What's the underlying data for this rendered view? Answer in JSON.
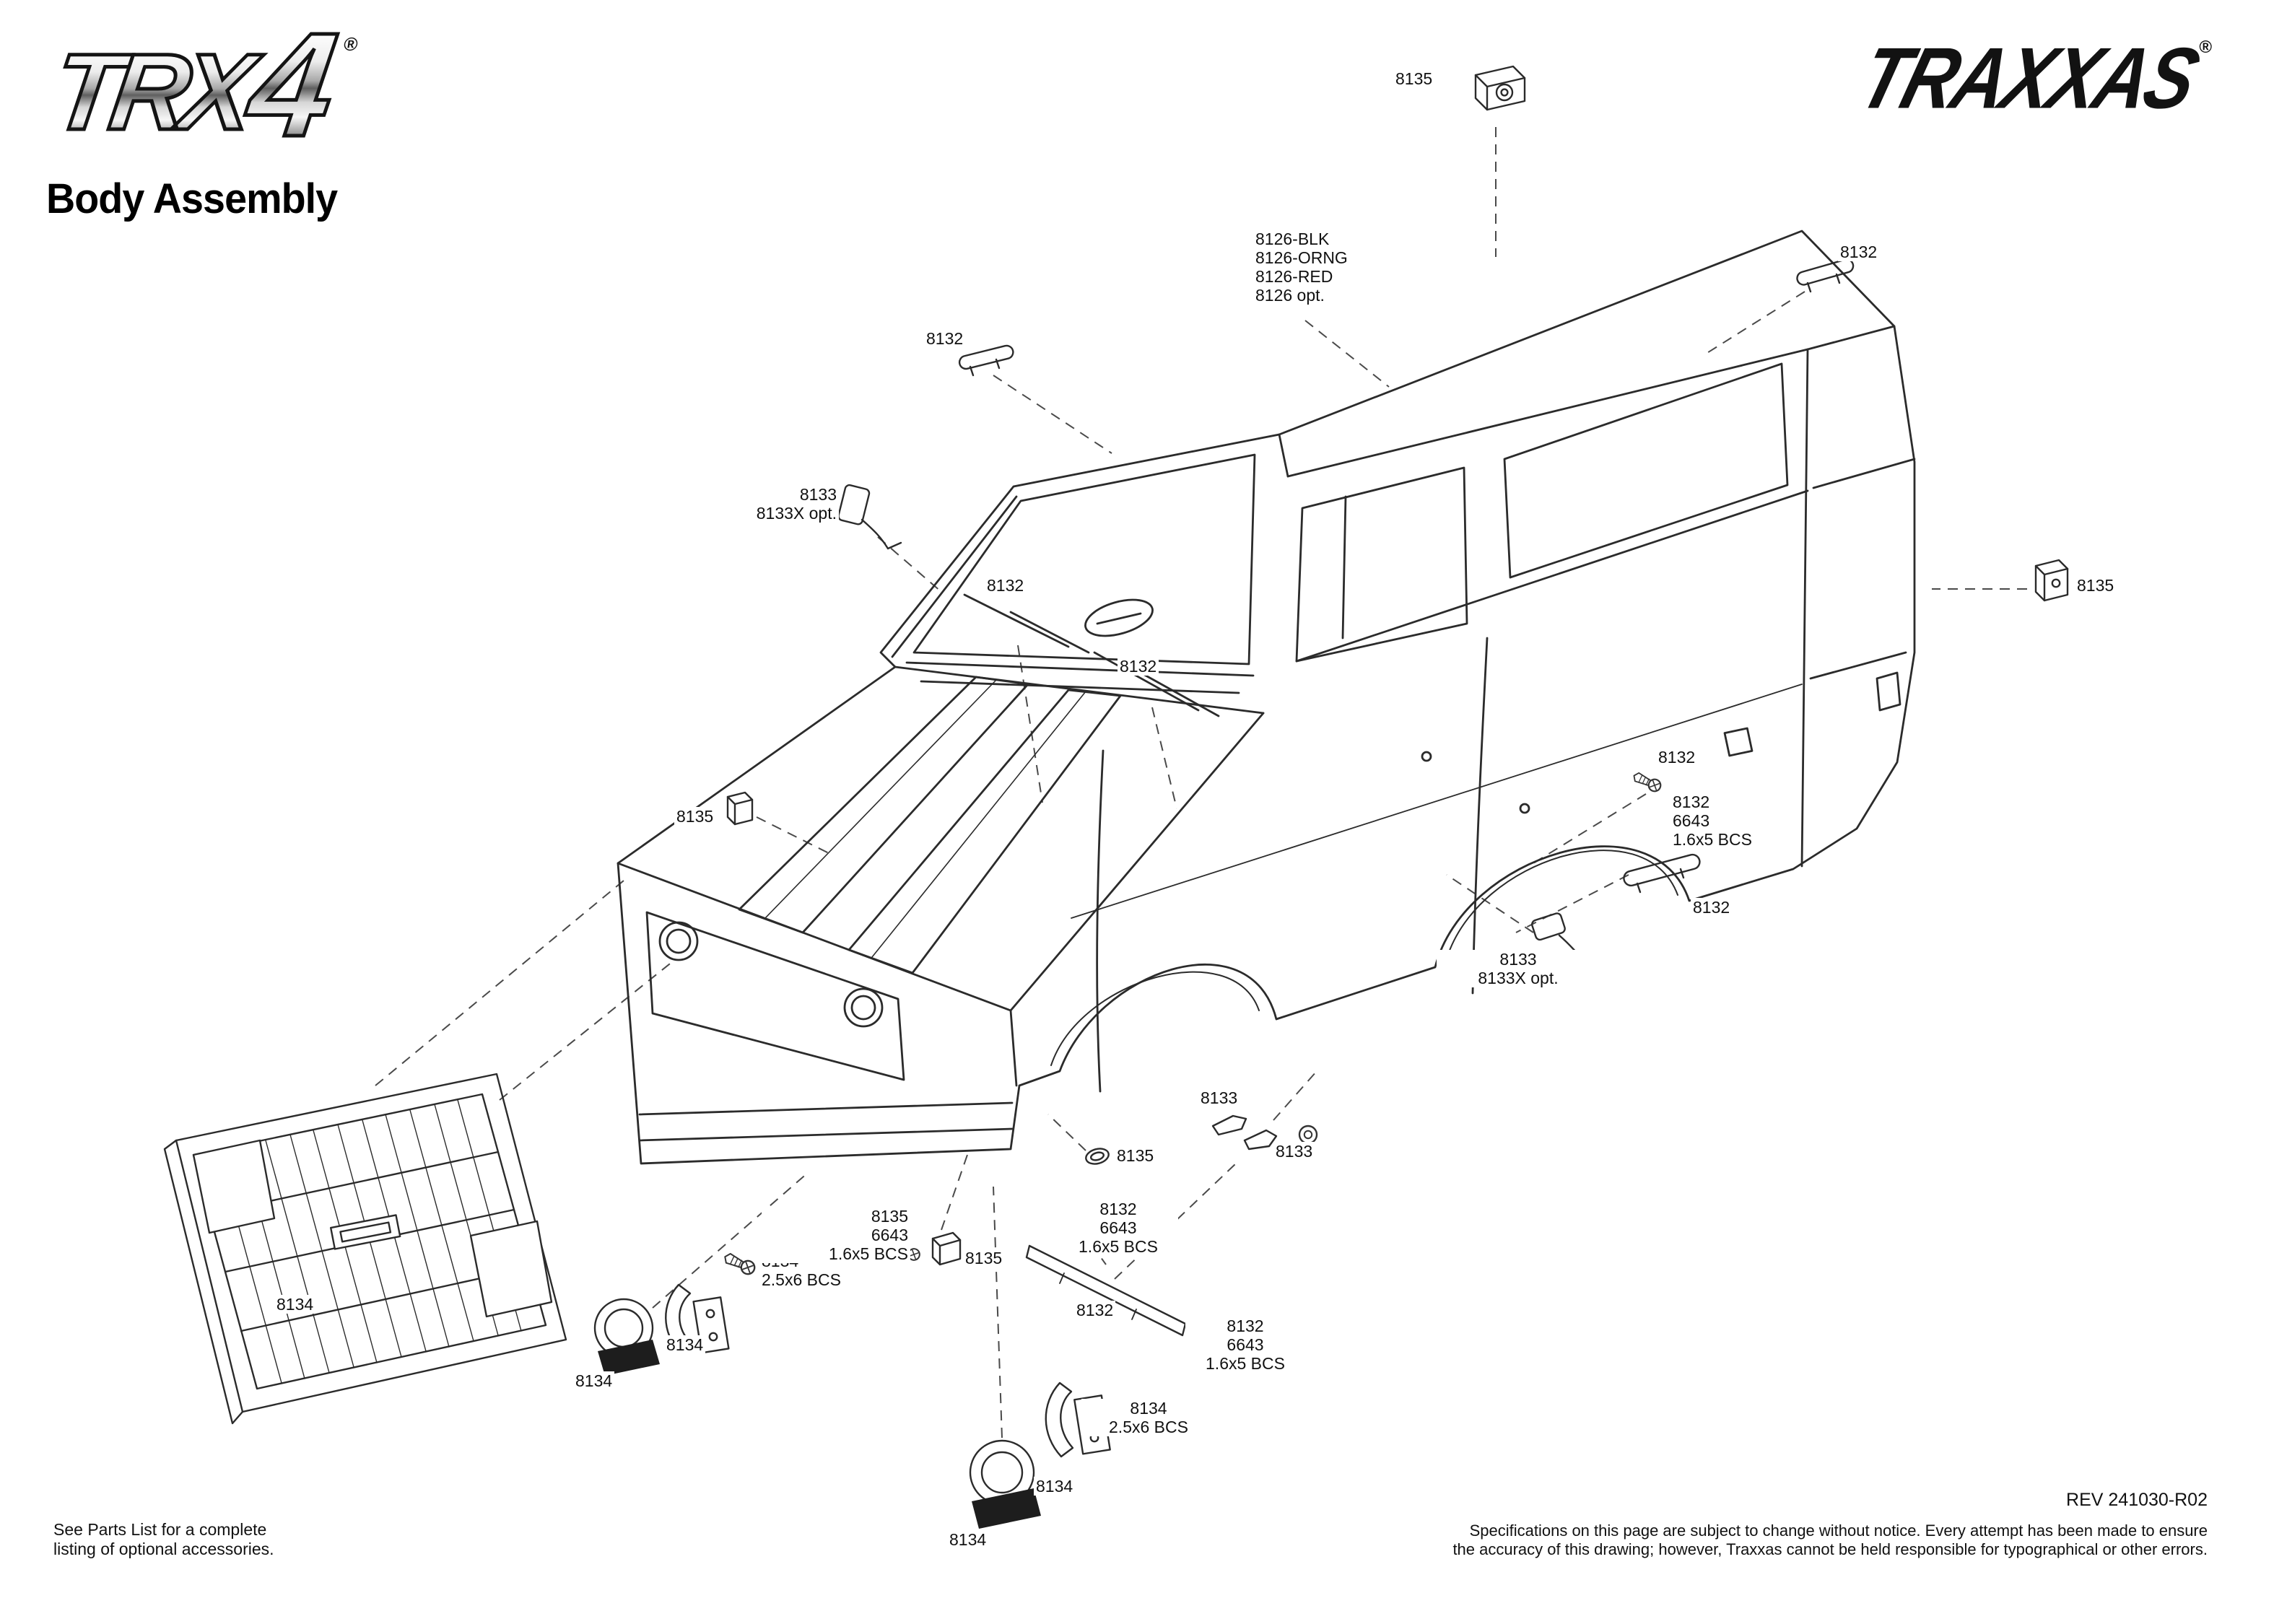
{
  "header": {
    "trx4_logo": "TRX",
    "trx4_logo_number": "4",
    "trx4_registered": "®",
    "subtitle": "Body Assembly",
    "traxxas_logo": "TRAXXAS",
    "traxxas_registered": "®"
  },
  "callouts": {
    "roof_light": "8135",
    "roof_rail_right": "8132",
    "body_shell": "8126-BLK\n8126-ORNG\n8126-RED\n8126 opt.",
    "door_handle_upper_left": "8132",
    "mirror_left": "8133\n8133X opt.",
    "wiper_left": "8132",
    "wiper_right": "8132",
    "marker_rear_right": "8135",
    "door_handle_rear": "8132",
    "door_screw_group": "8132\n6643\n1.6x5 BCS",
    "drip_rail_right": "8132",
    "mirror_right": "8133\n8133X opt.",
    "marker_front_left": "8135",
    "latch_upper": "8133",
    "latch_lower": "8133",
    "marker_side": "8135",
    "grille": "8134",
    "headlight_screw_upper": "8134\n2.5x6 BCS",
    "headlight_bracket_upper": "8134",
    "headlight_bucket_upper": "8134",
    "marker_screw_group": "8135\n6643\n1.6x5 BCS",
    "marker_small": "8135",
    "rocker_screw_upper": "8132\n6643\n1.6x5 BCS",
    "rocker_trim": "8132",
    "rocker_screw_lower": "8132\n6643\n1.6x5 BCS",
    "headlight_screw_lower": "8134\n2.5x6 BCS",
    "headlight_bracket_lower": "8134",
    "headlight_bucket_lower": "8134"
  },
  "footer": {
    "parts_note": "See Parts List for a complete\nlisting of optional accessories.",
    "revision": "REV 241030-R02",
    "disclaimer": "Specifications on this page are subject to change without notice.  Every attempt has been made to ensure\nthe accuracy of this drawing; however, Traxxas cannot be held responsible for typographical or other errors."
  }
}
